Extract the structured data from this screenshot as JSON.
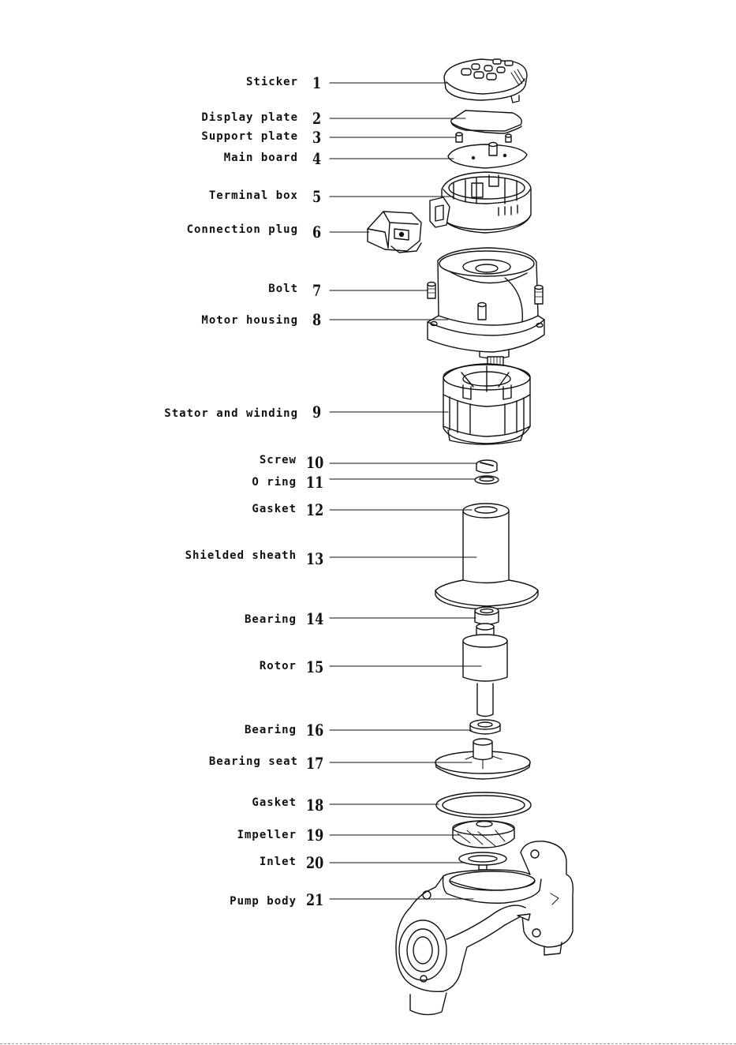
{
  "diagram": {
    "parts": [
      {
        "label": "Sticker",
        "number": "1"
      },
      {
        "label": "Display plate",
        "number": "2"
      },
      {
        "label": "Support plate",
        "number": "3"
      },
      {
        "label": "Main board",
        "number": "4"
      },
      {
        "label": "Terminal box",
        "number": "5"
      },
      {
        "label": "Connection plug",
        "number": "6"
      },
      {
        "label": "Bolt",
        "number": "7"
      },
      {
        "label": "Motor housing",
        "number": "8"
      },
      {
        "label": "Stator and winding",
        "number": "9"
      },
      {
        "label": "Screw",
        "number": "10"
      },
      {
        "label": "O ring",
        "number": "11"
      },
      {
        "label": "Gasket",
        "number": "12"
      },
      {
        "label": "Shielded sheath",
        "number": "13"
      },
      {
        "label": "Bearing",
        "number": "14"
      },
      {
        "label": "Rotor",
        "number": "15"
      },
      {
        "label": "Bearing",
        "number": "16"
      },
      {
        "label": "Bearing seat",
        "number": "17"
      },
      {
        "label": "Gasket",
        "number": "18"
      },
      {
        "label": "Impeller",
        "number": "19"
      },
      {
        "label": "Inlet",
        "number": "20"
      },
      {
        "label": "Pump body",
        "number": "21"
      }
    ]
  }
}
